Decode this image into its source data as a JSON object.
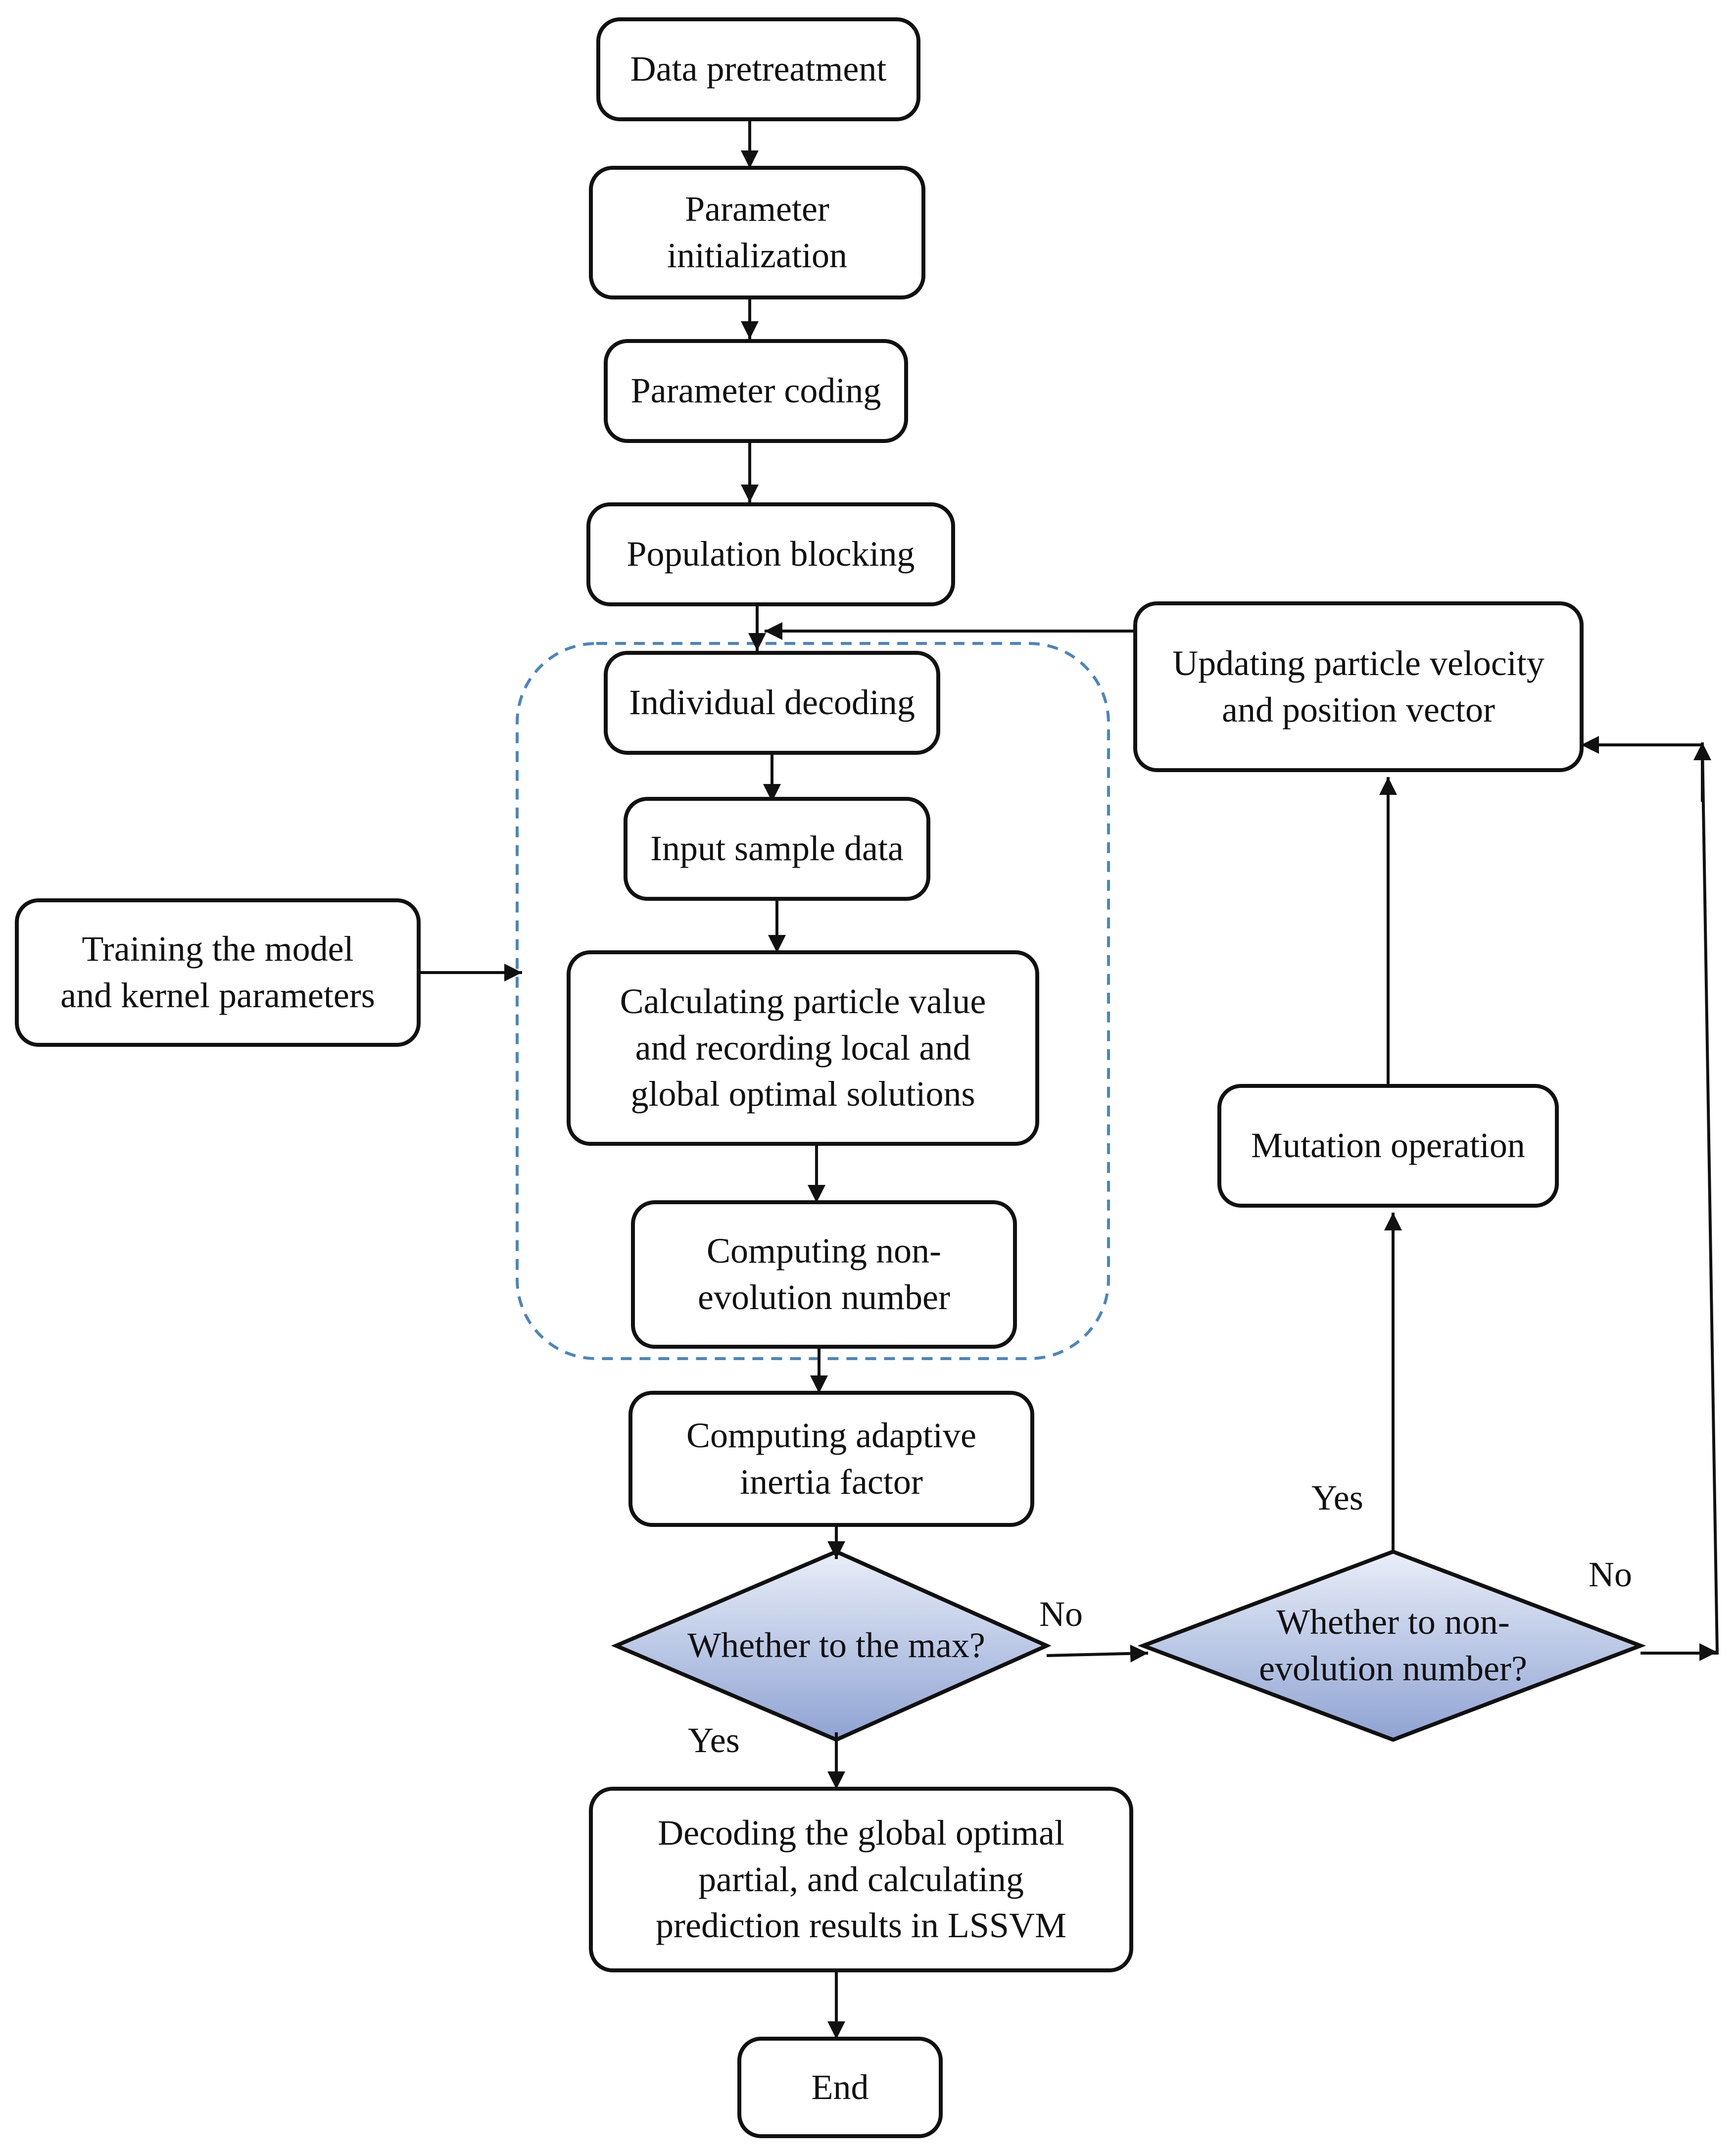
{
  "nodes": {
    "data_pretreatment": "Data pretreatment",
    "parameter_initialization": "Parameter\ninitialization",
    "parameter_coding": "Parameter coding",
    "population_blocking": "Population blocking",
    "individual_decoding": "Individual decoding",
    "input_sample_data": "Input sample data",
    "calculating_particle_value": "Calculating particle value\nand recording local and\nglobal optimal solutions",
    "computing_non_evolution": "Computing non-\nevolution number",
    "computing_adaptive_inertia": "Computing adaptive\ninertia factor",
    "whether_max": "Whether to the max?",
    "whether_non_evolution": "Whether to non-\nevolution number?",
    "decoding_global_optimal": "Decoding the global optimal\npartial, and calculating\nprediction results in LSSVM",
    "end": "End",
    "training_model": "Training the model\nand kernel parameters",
    "mutation_operation": "Mutation operation",
    "updating_particle": "Updating particle velocity\nand position vector"
  },
  "labels": {
    "max_no": "No",
    "max_yes": "Yes",
    "nonevo_yes": "Yes",
    "nonevo_no": "No"
  },
  "colors": {
    "stroke": "#111111",
    "diamond_fill_top": "#e9eef8",
    "diamond_fill_bottom": "#8fa3d3",
    "dashed_group": "#4a86c0"
  }
}
